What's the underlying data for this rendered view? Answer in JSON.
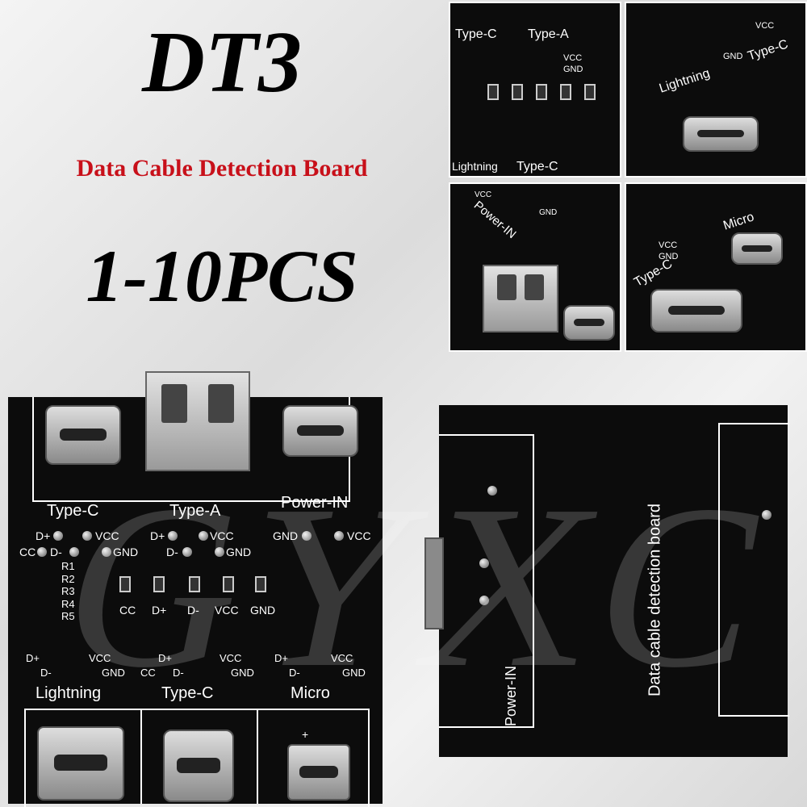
{
  "header": {
    "model": "DT3",
    "subtitle": "Data Cable Detection Board",
    "quantity": "1-10PCS"
  },
  "board_front": {
    "ports_top": [
      "Type-C",
      "Type-A",
      "Power-IN"
    ],
    "pins_left_1": "D+",
    "pins_left_2": "VCC",
    "pins_left_3": "CC",
    "pins_left_4": "D-",
    "pins_left_5": "GND",
    "pins_mid_1": "D+",
    "pins_mid_2": "VCC",
    "pins_mid_3": "D-",
    "pins_mid_4": "GND",
    "power_gnd": "GND",
    "power_vcc": "VCC",
    "resistors": [
      "R1",
      "R2",
      "R3",
      "R4",
      "R5"
    ],
    "leds": [
      "CC",
      "D+",
      "D-",
      "VCC",
      "GND"
    ],
    "bottom_ports": [
      "Lightning",
      "Type-C",
      "Micro"
    ],
    "b1_dp": "D+",
    "b1_vcc": "VCC",
    "b1_dm": "D-",
    "b1_gnd": "GND",
    "b2_dp": "D+",
    "b2_vcc": "VCC",
    "b2_cc": "CC",
    "b2_dm": "D-",
    "b2_gnd": "GND",
    "b3_dp": "D+",
    "b3_vcc": "VCC",
    "b3_dm": "D-",
    "b3_gnd": "GND",
    "micro_plus": "+"
  },
  "board_back": {
    "title": "Data cable detection board",
    "power_label": "Power-IN"
  },
  "watermark": "GYXC",
  "thumbnails": {
    "t1": {
      "a": "Type-C",
      "b": "Type-A",
      "c": "VCC",
      "d": "GND",
      "e": "Type-C",
      "f": "Lightning"
    },
    "t2": {
      "a": "Lightning",
      "b": "Type-C",
      "c": "VCC",
      "d": "GND"
    },
    "t3": {
      "a": "Power-IN",
      "b": "GND",
      "c": "VCC"
    },
    "t4": {
      "a": "Micro",
      "b": "Type-C",
      "c": "VCC",
      "d": "GND"
    }
  }
}
